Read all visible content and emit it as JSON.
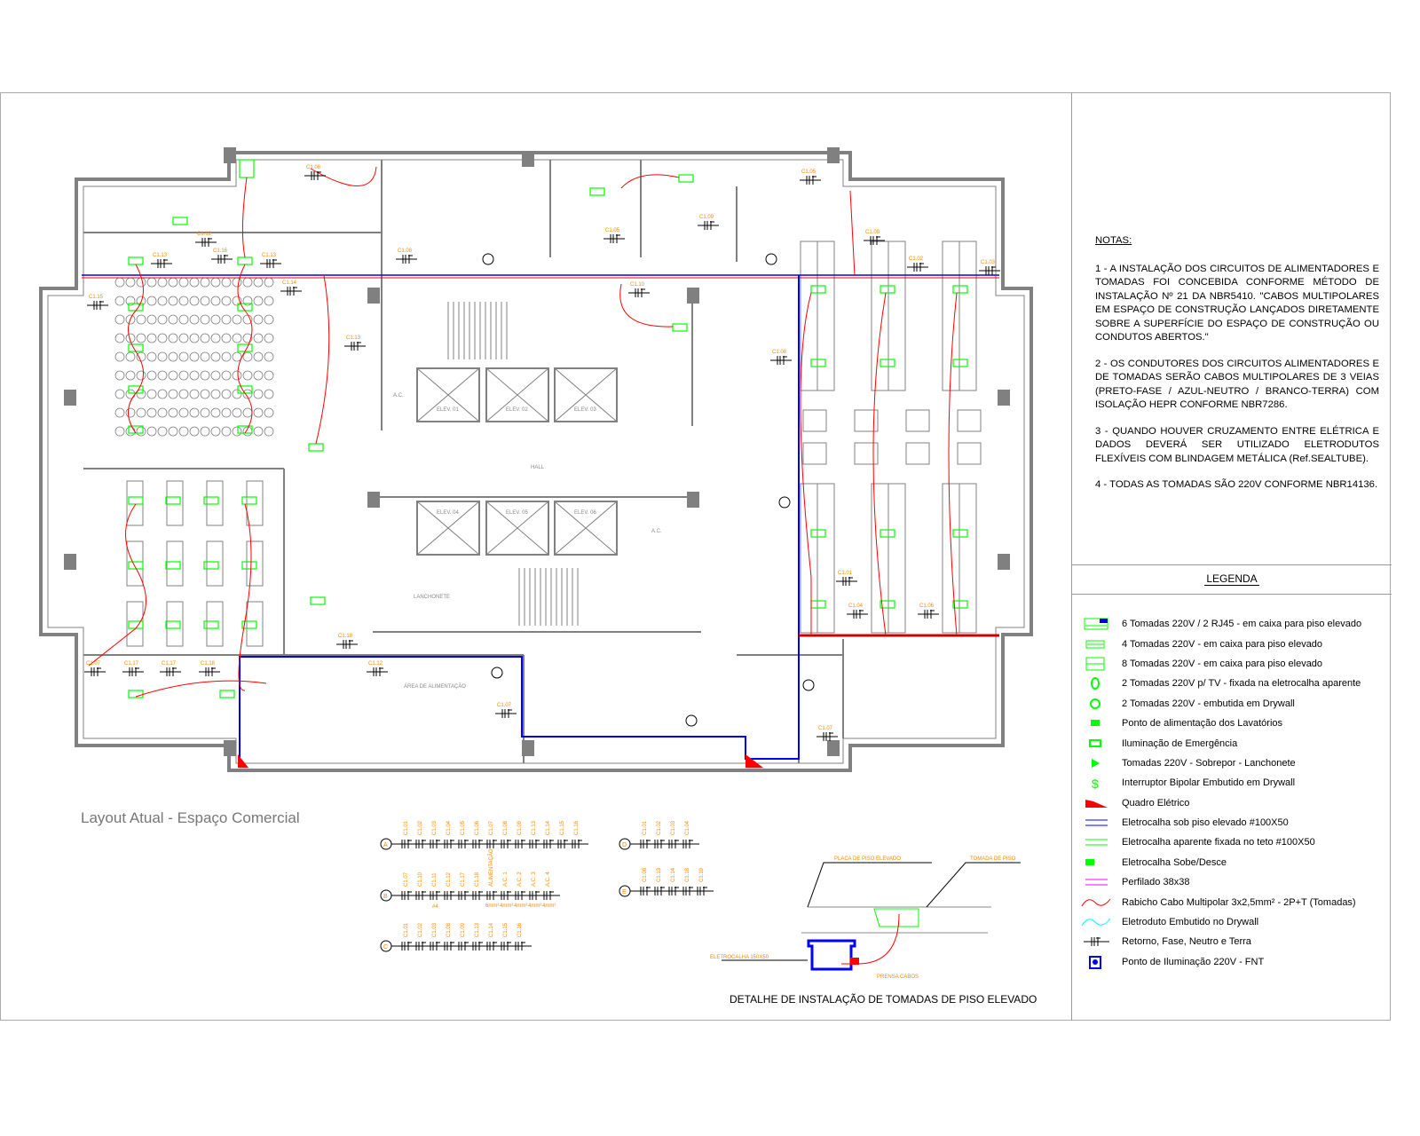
{
  "drawing_title": "Layout Atual - Espaço Comercial",
  "detail": {
    "title": "DETALHE DE INSTALAÇÃO DE TOMADAS DE PISO ELEVADO",
    "labels": [
      "PLACA DE PISO ELEVADO",
      "TOMADA DE PISO",
      "ELETROCALHA 150X50",
      "PRENSA CABOS"
    ]
  },
  "notes": {
    "title": "NOTAS:",
    "items": [
      "1 - A INSTALAÇÃO DOS CIRCUITOS DE ALIMENTADORES E TOMADAS FOI CONCEBIDA CONFORME MÉTODO DE INSTALAÇÃO Nº 21 DA NBR5410. \"CABOS MULTIPOLARES EM ESPAÇO DE CONSTRUÇÃO LANÇADOS DIRETAMENTE SOBRE A SUPERFÍCIE DO ESPAÇO DE CONSTRUÇÃO OU CONDUTOS ABERTOS.\"",
      "2 - OS CONDUTORES DOS CIRCUITOS ALIMENTADORES E DE TOMADAS SERÃO CABOS MULTIPOLARES DE 3 VEIAS (PRETO-FASE / AZUL-NEUTRO / BRANCO-TERRA) COM ISOLAÇÃO HEPR CONFORME NBR7286.",
      "3 - QUANDO HOUVER CRUZAMENTO ENTRE ELÉTRICA E DADOS DEVERÁ SER UTILIZADO ELETRODUTOS FLEXÍVEIS COM BLINDAGEM METÁLICA (Ref.SEALTUBE).",
      "4 - TODAS AS TOMADAS SÃO 220V CONFORME NBR14136."
    ]
  },
  "legend": {
    "title": "LEGENDA",
    "items": [
      {
        "icon": "floor-box-6-rj45-icon",
        "label": "6 Tomadas 220V / 2 RJ45 - em caixa para piso elevado"
      },
      {
        "icon": "floor-box-4-icon",
        "label": "4 Tomadas 220V - em caixa para piso elevado"
      },
      {
        "icon": "floor-box-8-icon",
        "label": "8 Tomadas 220V - em caixa para piso elevado"
      },
      {
        "icon": "tv-outlet-icon",
        "label": "2 Tomadas 220V p/ TV - fixada na eletrocalha aparente"
      },
      {
        "icon": "drywall-outlet-icon",
        "label": "2 Tomadas 220V - embutida em Drywall"
      },
      {
        "icon": "washbasin-power-icon",
        "label": "Ponto de alimentação dos Lavatórios"
      },
      {
        "icon": "emergency-light-icon",
        "label": "Iluminação de Emergência"
      },
      {
        "icon": "surface-outlet-icon",
        "label": "Tomadas 220V - Sobrepor - Lanchonete"
      },
      {
        "icon": "switch-icon",
        "label": "Interruptor Bipolar Embutido em Drywall"
      },
      {
        "icon": "panel-icon",
        "label": "Quadro Elétrico"
      },
      {
        "icon": "blue-tray-icon",
        "label": "Eletrocalha sob piso elevado #100X50"
      },
      {
        "icon": "green-tray-icon",
        "label": "Eletrocalha aparente fixada no teto #100X50"
      },
      {
        "icon": "tray-riser-icon",
        "label": "Eletrocalha Sobe/Desce"
      },
      {
        "icon": "profile-icon",
        "label": "Perfilado 38x38"
      },
      {
        "icon": "red-cable-icon",
        "label": "Rabicho Cabo Multipolar 3x2,5mm² - 2P+T (Tomadas)"
      },
      {
        "icon": "cyan-conduit-icon",
        "label": "Eletroduto Embutido no Drywall"
      },
      {
        "icon": "wiring-icon",
        "label": "Retorno, Fase, Neutro e Terra"
      },
      {
        "icon": "light-point-icon",
        "label": "Ponto de Iluminação 220V - FNT"
      }
    ]
  },
  "colors": {
    "wall": "#808080",
    "tray_blue": "#0000ff",
    "cable_red": "#ff0000",
    "outlet_green": "#00ff00",
    "label_orange": "#ff8000"
  },
  "plan": {
    "rooms": [
      "HALL",
      "ÁREA DE ALIMENTAÇÃO",
      "LANCHONETE",
      "ELEV. 01",
      "ELEV. 02",
      "ELEV. 03",
      "ELEV. 04",
      "ELEV. 05",
      "ELEV. 06",
      "A.C.",
      "A.C."
    ],
    "circuit_tags": [
      "C1.08",
      "C1.12",
      "C1.13",
      "C1.16",
      "C1.13",
      "C1.15",
      "C1.14",
      "C1.08",
      "C1.13",
      "C1.08",
      "C1.10",
      "C1.09",
      "C1.05",
      "C1.08",
      "C1.02",
      "C1.03",
      "C1.01",
      "C1.04",
      "C1.06",
      "C1.05",
      "C1.07",
      "C1.17",
      "C1.17",
      "C1.18",
      "C1.18",
      "C1.12",
      "C1.07",
      "C1.07"
    ]
  },
  "schedules": [
    {
      "tag": "A",
      "circuits": [
        "C1.01",
        "C1.02",
        "C1.03",
        "C1.04",
        "C1.05",
        "C1.06",
        "C1.07",
        "C1.08",
        "C1.09",
        "C1.13",
        "C1.14",
        "C1.15",
        "C1.16"
      ]
    },
    {
      "tag": "B",
      "circuits": [
        "C1.07",
        "C1.10",
        "C1.11",
        "C1.12",
        "C1.17",
        "C1.18",
        "ALIMENTAÇÃO",
        "A.C. 1",
        "A.C. 2",
        "A.C. 3",
        "A.C. 4"
      ],
      "sizes": [
        "6mm²",
        "4mm²",
        "4mm²",
        "4mm²",
        "4mm²"
      ],
      "note": "#4"
    },
    {
      "tag": "C",
      "circuits": [
        "C1.01",
        "C1.02",
        "C1.03",
        "C1.08",
        "C1.09",
        "C1.13",
        "C1.14",
        "C1.15",
        "C1.16"
      ]
    },
    {
      "tag": "D",
      "circuits": [
        "C1.01",
        "C1.02",
        "C1.03",
        "C1.04"
      ]
    },
    {
      "tag": "E",
      "circuits": [
        "C1.08",
        "C1.13",
        "C1.14",
        "C1.18",
        "C1.19"
      ]
    }
  ]
}
